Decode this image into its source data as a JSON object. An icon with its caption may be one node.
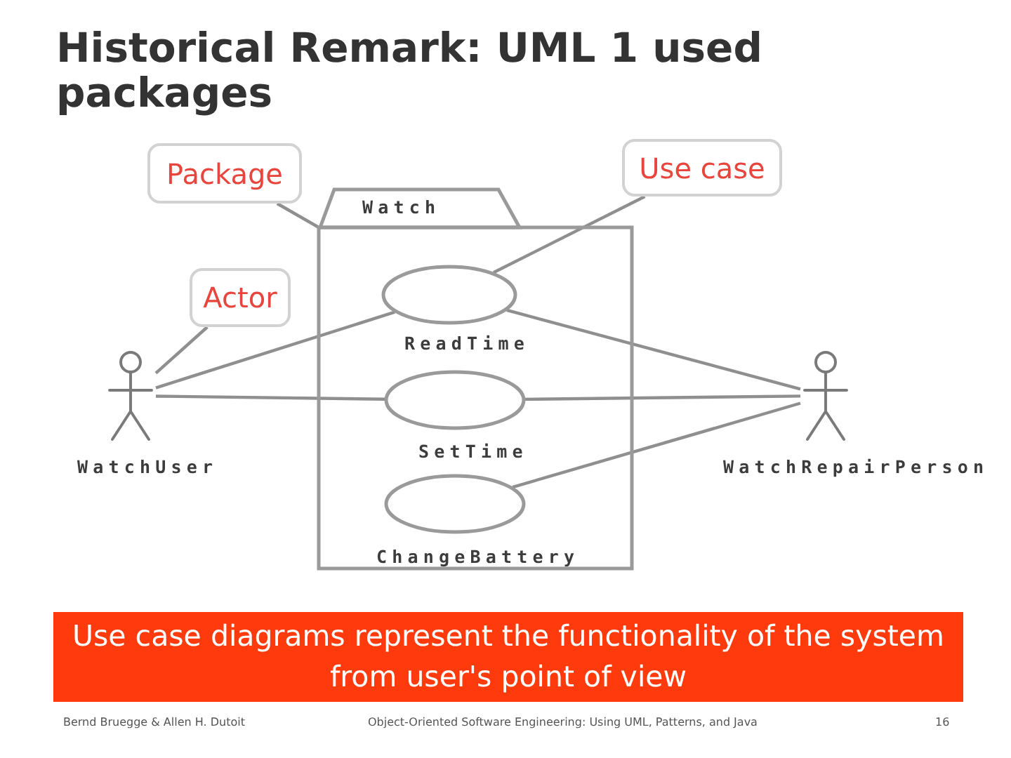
{
  "diagram": {
    "title": "Historical Remark: UML 1 used packages",
    "nodes": [
      {
        "text": [
          "Package"
        ]
      },
      {
        "text": [
          "Use case"
        ]
      },
      {
        "text": [
          "Watch"
        ]
      },
      {
        "text": [
          "ReadTime"
        ],
        "in": 2
      },
      {
        "text": [
          "SetTime"
        ],
        "in": 2
      },
      {
        "text": [
          "ChangeBattery"
        ],
        "in": 2
      },
      {
        "text": [
          "Actor"
        ]
      },
      {
        "text": [
          "WatchUser"
        ]
      },
      {
        "text": [
          "WatchRepairPerson"
        ]
      },
      {
        "text": [
          "Use case diagrams represent the functionality of the system from user's point of view"
        ]
      }
    ],
    "edges": [
      {
        "from": 0,
        "to": 2,
        "arrow": "none"
      },
      {
        "from": 1,
        "to": 3,
        "arrow": "none"
      },
      {
        "from": 6,
        "to": 7,
        "arrow": "none"
      },
      {
        "from": 7,
        "to": 3,
        "arrow": "none"
      },
      {
        "from": 7,
        "to": 4,
        "arrow": "none"
      },
      {
        "from": 8,
        "to": 3,
        "arrow": "none"
      },
      {
        "from": 8,
        "to": 4,
        "arrow": "none"
      },
      {
        "from": 8,
        "to": 5,
        "arrow": "none"
      }
    ],
    "labels": [
      "Bernd Bruegge & Allen H. Dutoit",
      "Object-Oriented Software Engineering: Using UML, Patterns, and Java",
      "16"
    ]
  }
}
